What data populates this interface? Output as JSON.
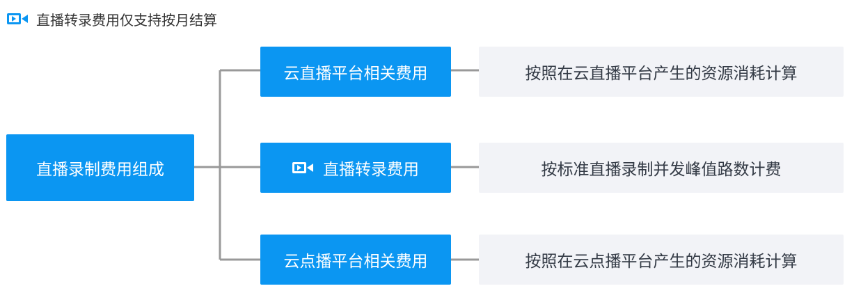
{
  "legend": {
    "icon": "video-camera-icon",
    "text": "直播转录费用仅支持按月结算"
  },
  "root": {
    "label": "直播录制费用组成"
  },
  "branches": [
    {
      "label": "云直播平台相关费用",
      "desc": "按照在云直播平台产生的资源消耗计算",
      "icon": ""
    },
    {
      "label": "直播转录费用",
      "desc": "按标准直播录制并发峰值路数计费",
      "icon": "video-camera-icon"
    },
    {
      "label": "云点播平台相关费用",
      "desc": "按照在云点播平台产生的资源消耗计算",
      "icon": ""
    }
  ],
  "colors": {
    "accent": "#0B96F2",
    "connector": "#999999",
    "desc_bg": "#F2F3F7"
  }
}
